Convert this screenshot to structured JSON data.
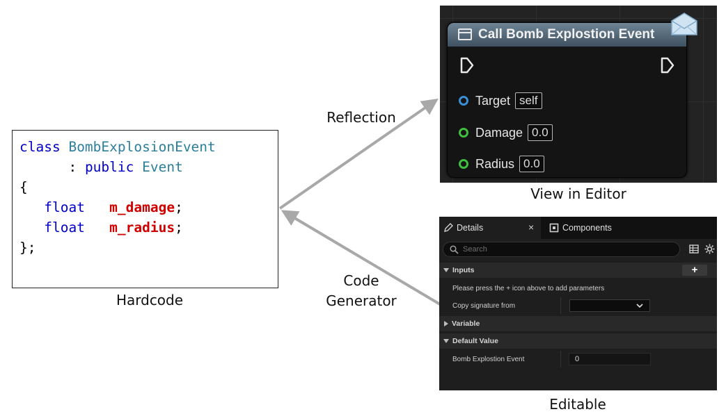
{
  "code": {
    "line1": {
      "kw": "class",
      "type": "BombExplosionEvent"
    },
    "line2": {
      "colon": ": ",
      "kw": "public",
      "type": "Event"
    },
    "open_brace": "{",
    "members": [
      {
        "type": "float",
        "name": "m_damage",
        "end": ";"
      },
      {
        "type": "float",
        "name": "m_radius",
        "end": ";"
      }
    ],
    "close_brace": "};"
  },
  "captions": {
    "hardcode": "Hardcode",
    "view_in_editor": "View in Editor",
    "editable": "Editable",
    "reflection": "Reflection",
    "code_generator_line1": "Code",
    "code_generator_line2": "Generator"
  },
  "blueprint_node": {
    "title": "Call Bomb Explostion Event",
    "pins": [
      {
        "label": "Target",
        "value": "self",
        "color": "#3a8fd6"
      },
      {
        "label": "Damage",
        "value": "0.0",
        "color": "#3fbf3f"
      },
      {
        "label": "Radius",
        "value": "0.0",
        "color": "#3fbf3f"
      }
    ],
    "icons": [
      "function-icon",
      "envelope-icon",
      "exec-pin-icon"
    ]
  },
  "details_panel": {
    "tabs": [
      {
        "label": "Details",
        "icon": "pencil-icon"
      },
      {
        "label": "Components",
        "icon": "component-icon"
      }
    ],
    "close_glyph": "×",
    "search_placeholder": "Search",
    "sections": {
      "inputs": "Inputs",
      "variable": "Variable",
      "default_value": "Default Value"
    },
    "add_glyph": "+",
    "inputs_hint": "Please press the + icon above to add parameters",
    "copy_signature_label": "Copy signature from",
    "default_value_label": "Bomb Explostion Event",
    "default_value": "0"
  },
  "colors": {
    "keyword": "#0000c8",
    "type": "#2b7f9a",
    "member": "#d00000",
    "arrow": "#a8a8a8"
  }
}
